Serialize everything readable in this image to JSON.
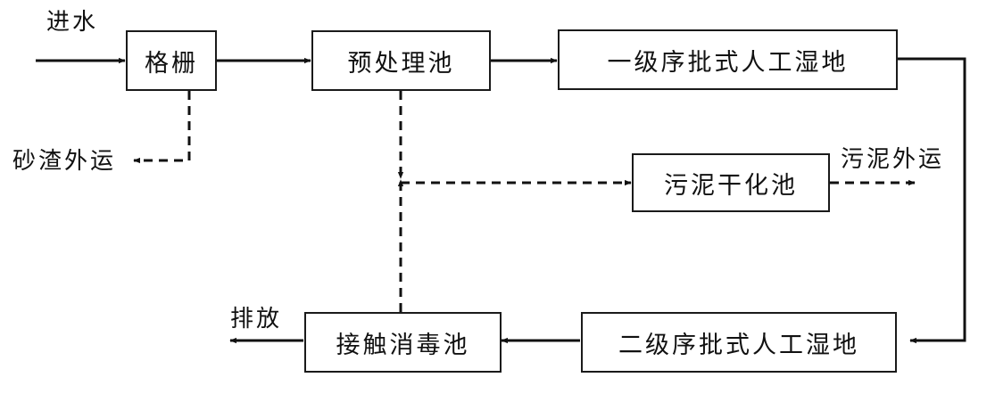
{
  "labels": {
    "water_in": "进水",
    "grit_out": "砂渣外运",
    "sludge_out": "污泥外运",
    "discharge": "排放"
  },
  "boxes": {
    "screen": "格栅",
    "pretreatment": "预处理池",
    "wetland_1": "一级序批式人工湿地",
    "sludge_drying": "污泥干化池",
    "wetland_2": "二级序批式人工湿地",
    "disinfection": "接触消毒池"
  }
}
